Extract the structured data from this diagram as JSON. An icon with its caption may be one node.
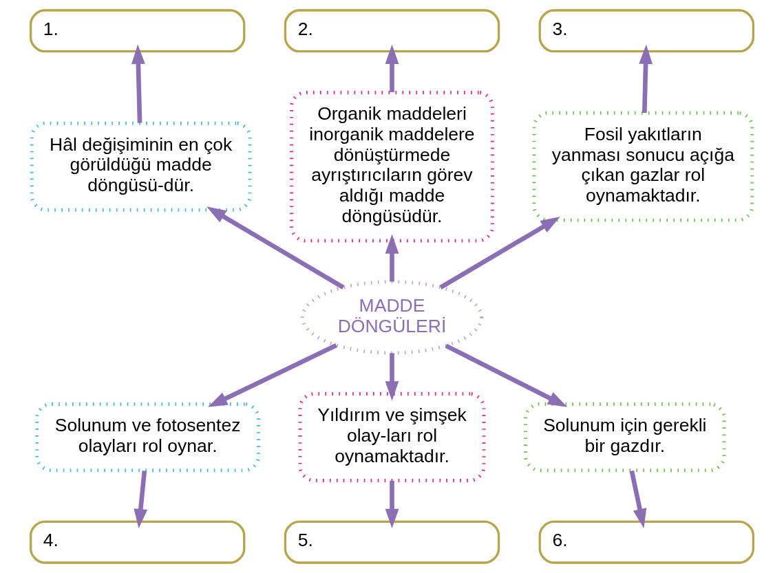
{
  "diagram": {
    "nodes": [
      {
        "text": [
          "2."
        ]
      },
      {
        "text": [
          "1."
        ]
      },
      {
        "text": [
          "3."
        ]
      },
      {
        "text": [
          "Organik maddeleri inorganik maddelere dönüştürmede ayrıştırıcıların görev aldığı madde döngüsüdür."
        ]
      },
      {
        "text": [
          "Hâl değişiminin en çok görüldüğü madde döngüsü-dür."
        ]
      },
      {
        "text": [
          "Fosil yakıtların yanması sonucu açığa çıkan gazlar rol oynamaktadır."
        ]
      },
      {
        "text": [
          "MADDE DÖNGÜLERİ"
        ]
      },
      {
        "text": [
          "Solunum ve fotosentez olayları rol oynar."
        ]
      },
      {
        "text": [
          "Yıldırım ve şimşek olay-ları rol oynamaktadır."
        ]
      },
      {
        "text": [
          "Solunum için gerekli bir gazdır."
        ]
      },
      {
        "text": [
          "4."
        ]
      },
      {
        "text": [
          "5."
        ]
      },
      {
        "text": [
          "6."
        ]
      }
    ],
    "edges": [
      {
        "from": 6,
        "to": 4,
        "arrow": "to"
      },
      {
        "from": 6,
        "to": 3,
        "arrow": "to"
      },
      {
        "from": 6,
        "to": 5,
        "arrow": "to"
      },
      {
        "from": 6,
        "to": 7,
        "arrow": "to"
      },
      {
        "from": 6,
        "to": 8,
        "arrow": "to"
      },
      {
        "from": 6,
        "to": 9,
        "arrow": "to"
      },
      {
        "from": 4,
        "to": 1,
        "arrow": "to"
      },
      {
        "from": 3,
        "to": 0,
        "arrow": "to"
      },
      {
        "from": 5,
        "to": 2,
        "arrow": "to"
      },
      {
        "from": 7,
        "to": 10,
        "arrow": "to"
      },
      {
        "from": 8,
        "to": 11,
        "arrow": "to"
      },
      {
        "from": 9,
        "to": 12,
        "arrow": "to"
      }
    ]
  }
}
